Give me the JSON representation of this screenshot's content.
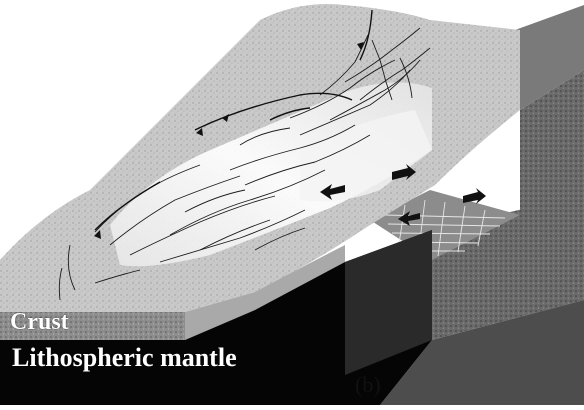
{
  "labels": {
    "crust": "Crust",
    "mantle": "Lithospheric mantle",
    "panel": "(b)"
  },
  "colors": {
    "surface": "#cfcfcf",
    "crust_side": "#8a8a8a",
    "mantle": "#050505",
    "deep_block": "#5e5e5e",
    "arrow": "#111111"
  }
}
